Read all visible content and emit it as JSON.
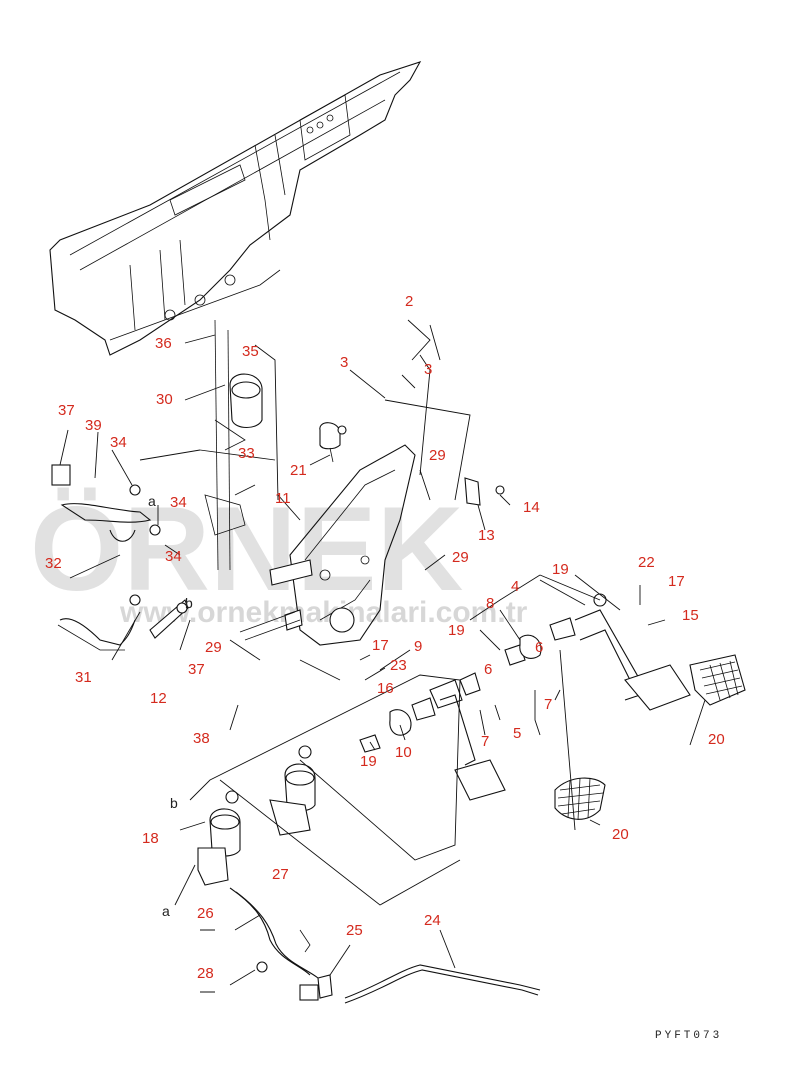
{
  "watermark": {
    "brand": "ÖRNEK",
    "url": "www.ornekmakinalari.com.tr"
  },
  "drawing_code": "PYFT073",
  "callouts": [
    "2",
    "3",
    "3",
    "36",
    "35",
    "30",
    "37",
    "39",
    "34",
    "34",
    "33",
    "11",
    "21",
    "29",
    "14",
    "13",
    "29",
    "32",
    "34",
    "22",
    "17",
    "19",
    "4",
    "15",
    "8",
    "19",
    "6",
    "29",
    "37",
    "12",
    "31",
    "9",
    "23",
    "16",
    "17",
    "6",
    "5",
    "7",
    "7",
    "38",
    "19",
    "10",
    "20",
    "18",
    "20",
    "27",
    "26",
    "25",
    "24",
    "28"
  ],
  "letters": [
    "a",
    "b",
    "b",
    "a"
  ],
  "colors": {
    "callout": "#d42a1e",
    "line": "#111111",
    "watermark": "#c9c9c9"
  }
}
